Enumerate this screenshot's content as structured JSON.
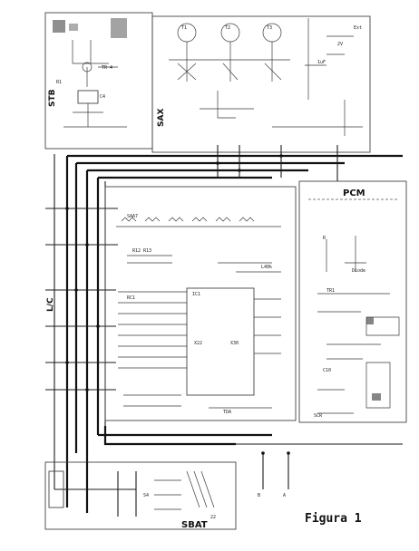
{
  "diagram": {
    "caption": "Figura 1",
    "block_labels": {
      "pcm": "PCM",
      "sbat": "SBAT",
      "stb": "STB",
      "sax": "SAX",
      "left": "L/C"
    }
  }
}
